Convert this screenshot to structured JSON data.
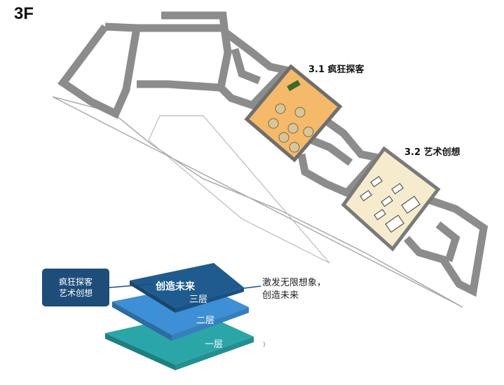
{
  "floor": {
    "title": "3F"
  },
  "rooms": [
    {
      "name": "3.1 疯狂探客",
      "fill": "#f5b96a"
    },
    {
      "name": "3.2 艺术创想",
      "fill": "#f6eccd"
    }
  ],
  "legend": {
    "line1": "疯狂探客",
    "line2": "艺术创想",
    "color": "#1e4d7a"
  },
  "caption": {
    "line1": "激发无限想象，",
    "line2": "创造未来"
  },
  "layers": [
    {
      "heading": "创造未来",
      "label": "三层",
      "color": "#1f5b8e"
    },
    {
      "label": "二层",
      "color": "#3d8fd6"
    },
    {
      "label": "一层",
      "color": "#2aa6a8"
    }
  ],
  "wall_color": "#8c8c8c",
  "small_mark": ")"
}
